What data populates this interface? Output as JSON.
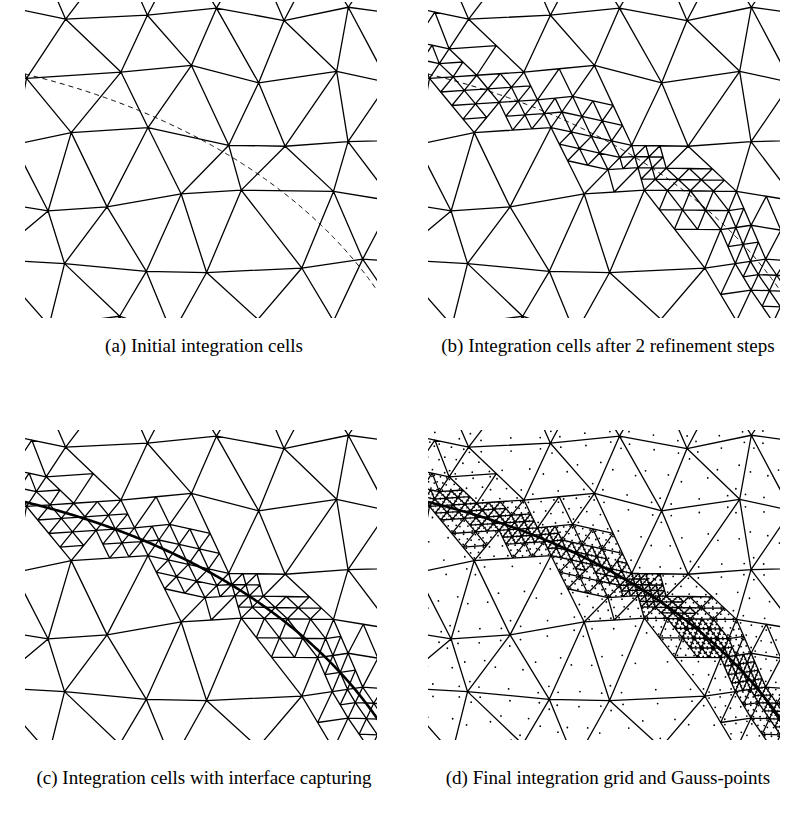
{
  "diagram": {
    "labels": [
      "(a) Initial integration cells",
      "(b) Integration cells after 2 refinement steps",
      "(c) Integration cells with interface capturing",
      "(d) Final integration grid and Gauss-points"
    ]
  }
}
